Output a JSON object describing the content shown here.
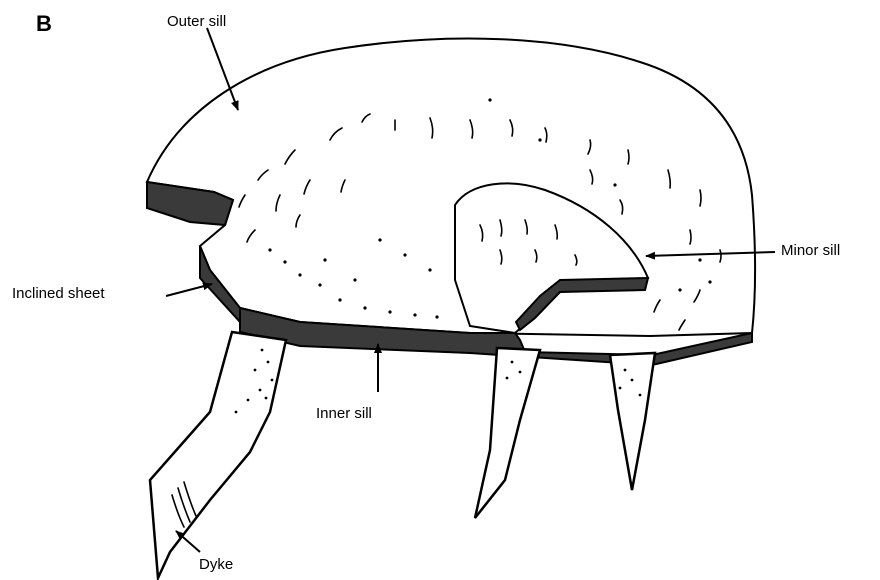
{
  "figure": {
    "panel_letter": "B",
    "labels": {
      "outer_sill": "Outer sill",
      "inclined_sheet": "Inclined sheet",
      "minor_sill": "Minor sill",
      "inner_sill": "Inner sill",
      "dyke": "Dyke"
    },
    "colors": {
      "line": "#000000",
      "sill_fill": "#3a3a3a",
      "surface_fill": "#ffffff"
    }
  }
}
